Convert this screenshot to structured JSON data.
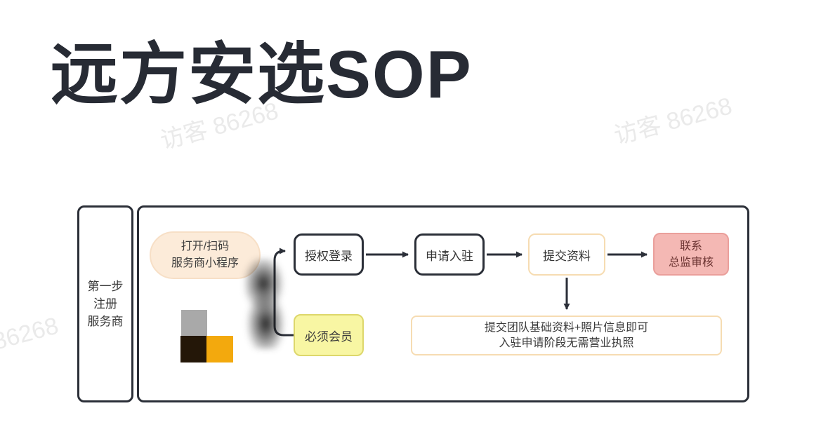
{
  "page": {
    "title": "远方安选SOP",
    "watermark_text": "访客 86268",
    "watermark_partial": "86268"
  },
  "diagram": {
    "step": {
      "line1": "第一步",
      "line2": "注册",
      "line3": "服务商"
    },
    "nodes": {
      "open_scan": {
        "line1": "打开/扫码",
        "line2": "服务商小程序"
      },
      "auth_login": "授权登录",
      "apply_entry": "申请入驻",
      "submit_info": "提交资料",
      "contact_review": {
        "line1": "联系",
        "line2": "总监审核"
      },
      "member_required": "必须会员",
      "note": {
        "line1": "提交团队基础资料+照片信息即可",
        "line2": "入驻申请阶段无需营业执照"
      }
    },
    "colors": {
      "title_text": "#272b34",
      "box_border_dark": "#2b2f38",
      "peach_fill": "#fcebd9",
      "peach_border": "#f7dfc6",
      "note_border": "#f6dcb2",
      "yellow_fill": "#f8f6a3",
      "yellow_border": "#ddd76b",
      "pink_fill": "#f4b8b4",
      "pink_border": "#ea9f9b",
      "pink_text": "#6b3331",
      "censor_gray": "#a9a9a9",
      "censor_black": "#241708",
      "censor_orange": "#f3a90d",
      "watermark": "#eaeaea"
    }
  }
}
